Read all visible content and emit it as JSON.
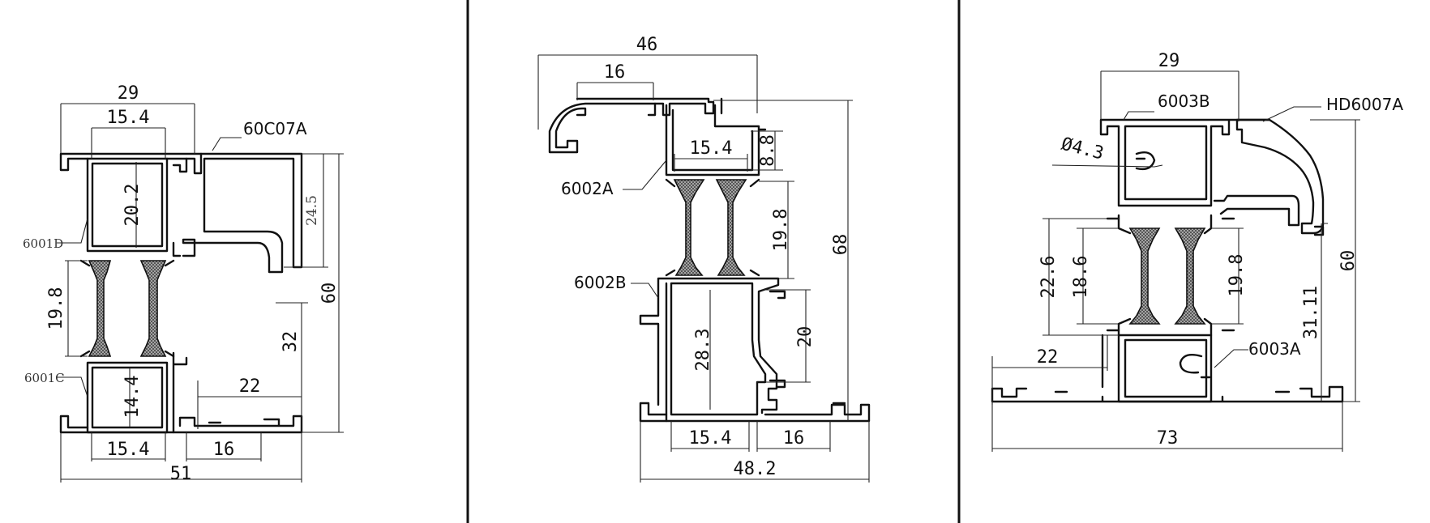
{
  "panels": [
    {
      "dims": {
        "d29": "29",
        "d15_4_top": "15.4",
        "d20_2": "20.2",
        "d24_5": "24.5",
        "d19_8": "19.8",
        "d60": "60",
        "d32": "32",
        "d14_4": "14.4",
        "d22": "22",
        "d15_4_bot": "15.4",
        "d16": "16",
        "d51": "51"
      },
      "labels": {
        "l60c07a": "60C07A",
        "l6001d": "6001D",
        "l6001c": "6001C"
      }
    },
    {
      "dims": {
        "d46": "46",
        "d16_top": "16",
        "d15_4_top": "15.4",
        "d8_8": "8.8",
        "d19_8": "19.8",
        "d68": "68",
        "d28_3": "28.3",
        "d20": "20",
        "d15_4_bot": "15.4",
        "d16_bot": "16",
        "d48_2": "48.2"
      },
      "labels": {
        "l6002a": "6002A",
        "l6002b": "6002B"
      }
    },
    {
      "dims": {
        "d29": "29",
        "d4_3": "Ø4.3",
        "d22_6": "22.6",
        "d18_6": "18.6",
        "d19_8": "19.8",
        "d31_11": "31.11",
        "d60": "60",
        "d22": "22",
        "d73": "73"
      },
      "labels": {
        "l6003b": "6003B",
        "lhd6007a": "HD6007A",
        "l6003a": "6003A"
      }
    }
  ]
}
